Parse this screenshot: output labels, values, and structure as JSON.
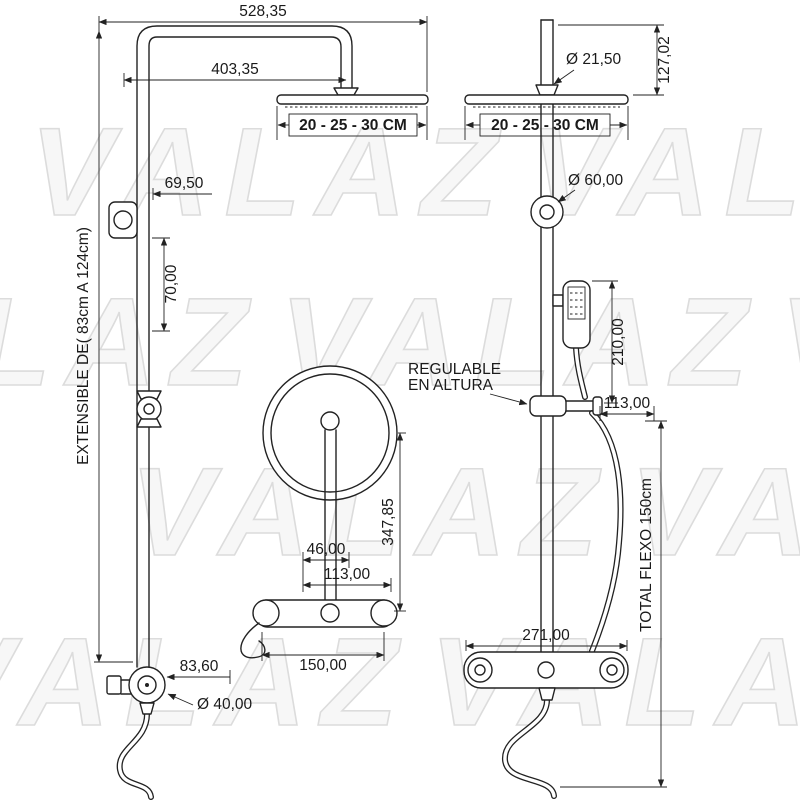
{
  "watermark": "VALAZ",
  "labels": {
    "top_width": "528,35",
    "arm_reach": "403,35",
    "head_sizes": "20 - 25 - 30 CM",
    "extensible": "EXTENSIBLE DE( 83cm A 124cm)",
    "wall_offset": "69,50",
    "bracket_drop": "70,00",
    "valve_offset": "83,60",
    "valve_diameter": "Ø 40,00",
    "column_height": "347,85",
    "handle_offset": "46,00",
    "handle_depth": "113,00",
    "body_width": "150,00",
    "pipe_diameter": "Ø 21,50",
    "head_drop": "127,02",
    "connector_diameter": "Ø 60,00",
    "handshower_drop": "210,00",
    "adjustable_line1": "REGULABLE",
    "adjustable_line2": "EN ALTURA",
    "bracket_width": "113,00",
    "total_flexo": "TOTAL FLEXO 150cm",
    "valve_width": "271,00"
  }
}
